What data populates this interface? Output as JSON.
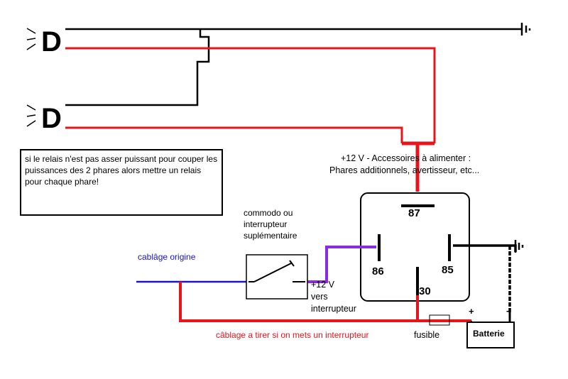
{
  "headlight_symbol": "D",
  "note": "si le relais n'est pas asser puissant pour couper les puissances des 2 phares alors mettre un relais pour chaque phare!",
  "accessories": {
    "line1": "+12 V - Accessoires à alimenter :",
    "line2": "Phares additionnels, avertisseur, etc..."
  },
  "switch_label": {
    "line1": "commodo ou",
    "line2": "interrupteur",
    "line3": "suplémentaire"
  },
  "original_wiring": "cablâge origine",
  "relay_pins": {
    "p87": "87",
    "p86": "86",
    "p85": "85",
    "p30": "30"
  },
  "switch_supply": {
    "line1": "+12 V",
    "line2": "vers",
    "line3": "interrupteur"
  },
  "fuse_label": "fusible",
  "battery": {
    "label": "Batterie",
    "plus": "+",
    "minus": "-"
  },
  "cable_note": "câblage a tirer si on mets un interrupteur",
  "colors": {
    "positive": "#e8141c",
    "ground": "#000000",
    "control": "#8a2be2",
    "original": "#1a14c8"
  }
}
